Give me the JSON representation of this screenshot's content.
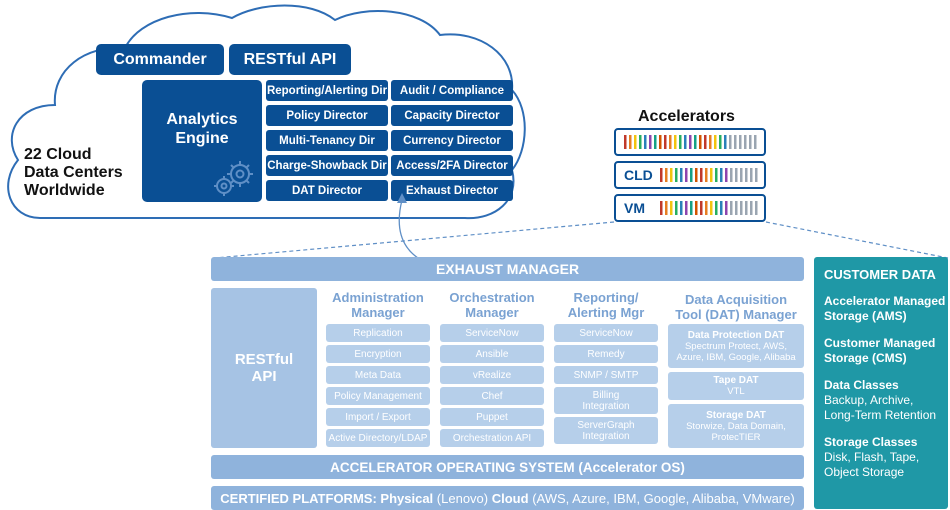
{
  "cloud": {
    "commander": "Commander",
    "restful_api": "RESTful API",
    "analytics_engine": [
      "Analytics",
      "Engine"
    ],
    "directors": [
      "Reporting/Alerting Dir",
      "Audit / Compliance",
      "Policy Director",
      "Capacity Director",
      "Multi-Tenancy Dir",
      "Currency Director",
      "Charge-Showback Dir",
      "Access/2FA Director",
      "DAT Director",
      "Exhaust Director"
    ],
    "data_centers": [
      "22 Cloud",
      "Data Centers",
      "Worldwide"
    ]
  },
  "accelerators": {
    "title": "Accelerators",
    "racks": [
      "",
      "CLD",
      "VM"
    ]
  },
  "exhaust_manager": "EXHAUST MANAGER",
  "restful_api": [
    "RESTful",
    "API"
  ],
  "columns": [
    {
      "title": [
        "Administration",
        "Manager"
      ],
      "items": [
        [
          "Replication"
        ],
        [
          "Encryption"
        ],
        [
          "Meta Data"
        ],
        [
          "Policy Management"
        ],
        [
          "Import / Export"
        ],
        [
          "Active Directory/LDAP"
        ]
      ]
    },
    {
      "title": [
        "Orchestration",
        "Manager"
      ],
      "items": [
        [
          "ServiceNow"
        ],
        [
          "Ansible"
        ],
        [
          "vRealize"
        ],
        [
          "Chef"
        ],
        [
          "Puppet"
        ],
        [
          "Orchestration API"
        ]
      ]
    },
    {
      "title": [
        "Reporting/",
        "Alerting Mgr"
      ],
      "items": [
        [
          "ServiceNow"
        ],
        [
          "Remedy"
        ],
        [
          "SNMP / SMTP"
        ],
        [
          "Billing",
          "Integration"
        ],
        [
          "ServerGraph",
          "Integration"
        ]
      ]
    }
  ],
  "dat_manager": {
    "title": [
      "Data Acquisition",
      "Tool (DAT) Manager"
    ],
    "items": [
      {
        "title": "Data Protection DAT",
        "lines": [
          "Spectrum Protect, AWS,",
          "Azure, IBM, Google, Alibaba"
        ]
      },
      {
        "title": "Tape DAT",
        "lines": [
          "VTL"
        ]
      },
      {
        "title": "Storage DAT",
        "lines": [
          "Storwize, Data Domain,",
          "ProtecTIER"
        ]
      }
    ]
  },
  "accelerator_os": "ACCELERATOR OPERATING SYSTEM (Accelerator OS)",
  "certified": {
    "label": "CERTIFIED PLATFORMS:",
    "physical_label": "Physical",
    "physical_value": "(Lenovo)",
    "cloud_label": "Cloud",
    "cloud_value": "(AWS, Azure, IBM, Google, Alibaba, VMware)"
  },
  "customer_data": {
    "title": "CUSTOMER DATA",
    "sections": [
      {
        "head": "Accelerator Managed",
        "body": "Storage (AMS)"
      },
      {
        "head": "Customer Managed",
        "body": "Storage (CMS)"
      },
      {
        "head": "Data Classes",
        "body": [
          "Backup, Archive,",
          "Long-Term Retention"
        ]
      },
      {
        "head": "Storage Classes",
        "body": [
          "Disk, Flash, Tape,",
          "Object Storage"
        ]
      }
    ]
  },
  "colors": {
    "dark_blue": "#0a4f94",
    "mid_blue": "#8fb3dc",
    "pale_blue": "#b6cfea",
    "teal": "#1f98a6",
    "cloud_outline": "#2e6db5"
  }
}
